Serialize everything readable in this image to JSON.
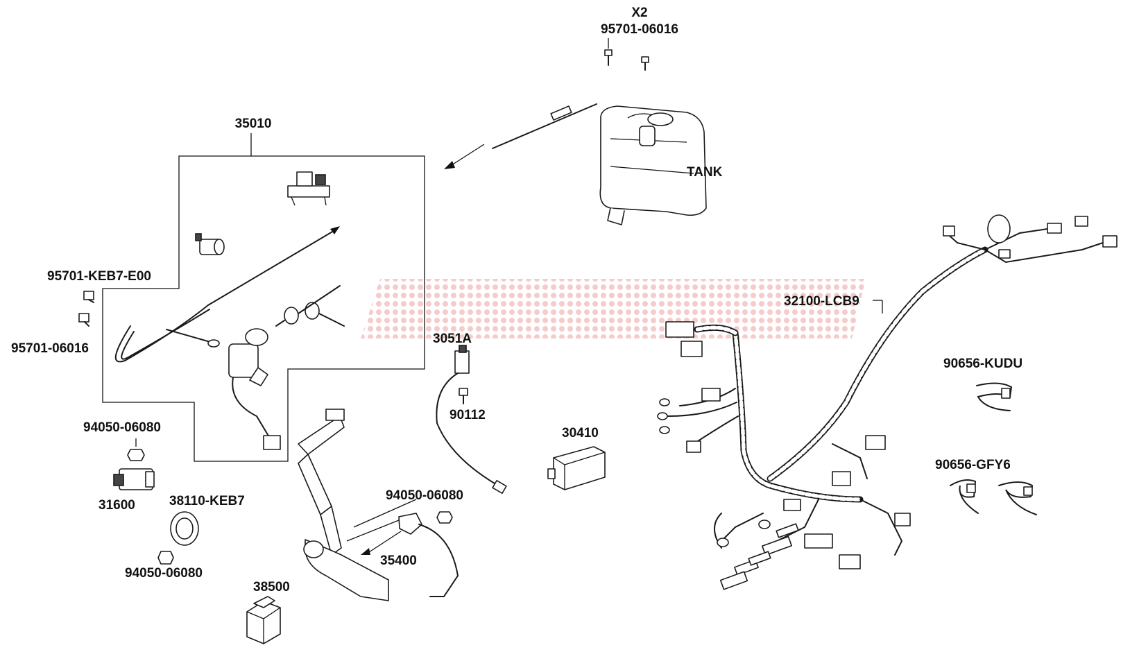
{
  "diagram": {
    "labels": {
      "x2": "X2",
      "screw_top": "95701-06016",
      "kit": "35010",
      "tank": "TANK",
      "bolt_upper": "95701-KEB7-E00",
      "bolt_lower": "95701-06016",
      "nut_a": "94050-06080",
      "relay": "31600",
      "horn": "38110-KEB7",
      "nut_b": "94050-06080",
      "flasher": "38500",
      "nut_c": "94050-06080",
      "stand_switch": "35400",
      "sensor": "3051A",
      "screw_sensor": "90112",
      "regulator": "30410",
      "harness": "32100-LCB9",
      "band_kudu": "90656-KUDU",
      "band_gfy6": "90656-GFY6"
    },
    "watermark_color": "#e36a6a"
  }
}
